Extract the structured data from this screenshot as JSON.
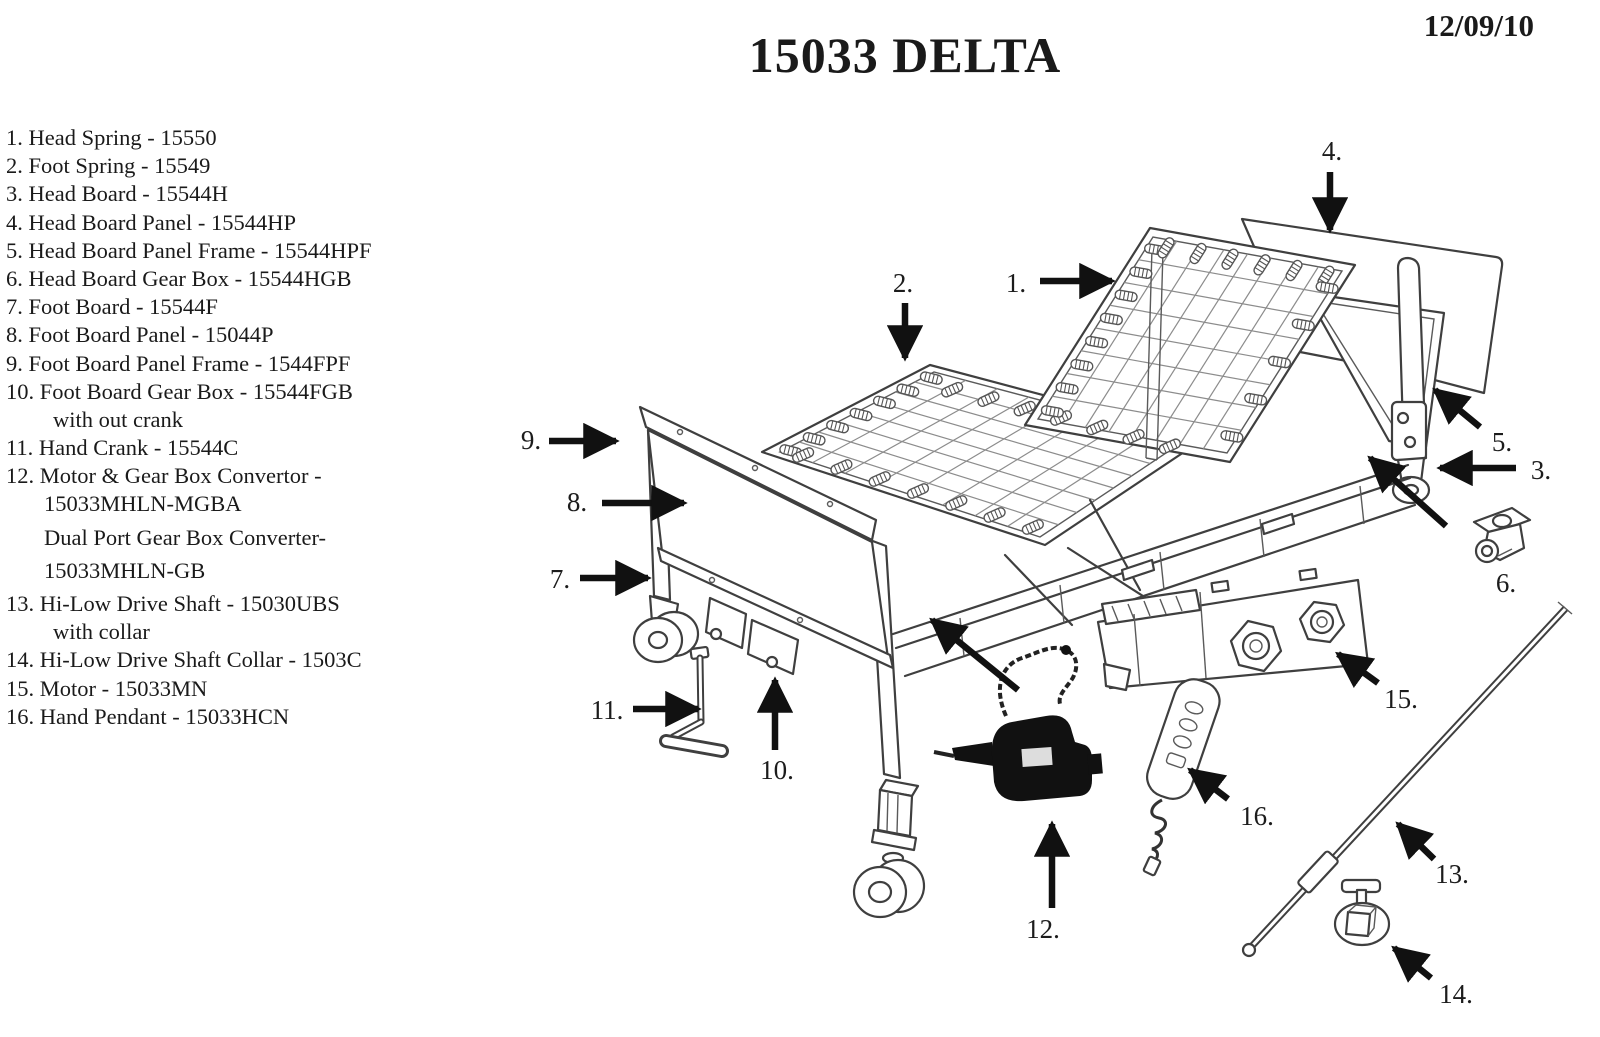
{
  "header": {
    "title": "15033 DELTA",
    "date": "12/09/10"
  },
  "parts_list": {
    "rows": [
      "1. Head Spring - 15550",
      "2. Foot Spring - 15549",
      "3. Head Board - 15544H",
      "4. Head Board Panel - 15544HP",
      "5. Head Board Panel Frame - 15544HPF",
      "6. Head Board Gear Box - 15544HGB",
      "7. Foot Board - 15544F",
      "8. Foot Board Panel - 15044P",
      "9. Foot Board Panel Frame - 1544FPF",
      "10. Foot Board Gear Box - 15544FGB",
      "with out crank",
      "11. Hand Crank - 15544C",
      "12. Motor & Gear Box Convertor -",
      "15033MHLN-MGBA",
      "Dual Port Gear Box Converter-",
      "15033MHLN-GB",
      "13. Hi-Low Drive Shaft - 15030UBS",
      "with collar",
      "14. Hi-Low Drive Shaft Collar - 1503C",
      "15. Motor - 15033MN",
      "16. Hand Pendant - 15033HCN"
    ]
  },
  "callouts": {
    "c1": "1.",
    "c2": "2.",
    "c3": "3.",
    "c4": "4.",
    "c5": "5.",
    "c6": "6.",
    "c7": "7.",
    "c8": "8.",
    "c9": "9.",
    "c10": "10.",
    "c11": "11.",
    "c12": "12.",
    "c13": "13.",
    "c14": "14.",
    "c15": "15.",
    "c16": "16."
  },
  "colors": {
    "ink": "#1a1a1a",
    "diagram_line": "#3f3f3f",
    "arrow": "#111111",
    "background": "#ffffff"
  }
}
